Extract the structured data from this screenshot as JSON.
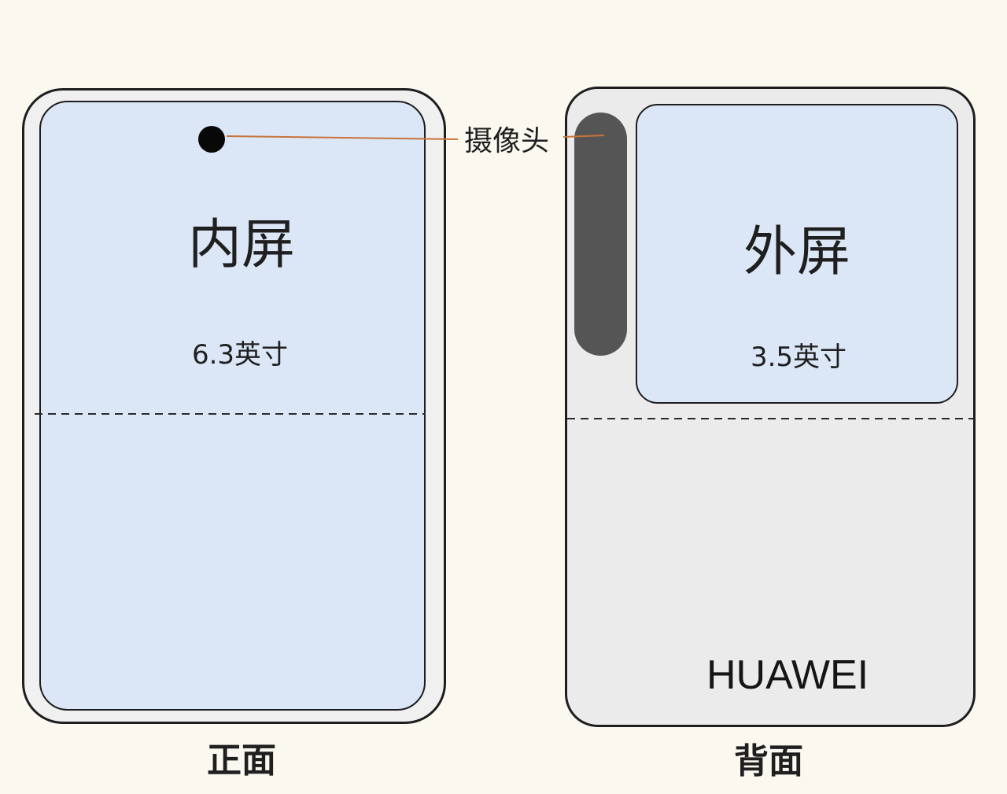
{
  "camera_label": "摄像头",
  "front": {
    "caption": "正面",
    "screen_name": "内屏",
    "screen_size": "6.3英寸"
  },
  "back": {
    "caption": "背面",
    "screen_name": "外屏",
    "screen_size": "3.5英寸",
    "brand": "HUAWEI"
  },
  "colors": {
    "background": "#fbf8f0",
    "screen_fill": "#dbe6f6",
    "front_body_fill": "#f0f0f0",
    "back_body_fill": "#ebebeb",
    "camera_module": "#555555",
    "camera_hole": "#080808",
    "leader_line": "#c9743a",
    "outline": "#1e1e1e"
  }
}
